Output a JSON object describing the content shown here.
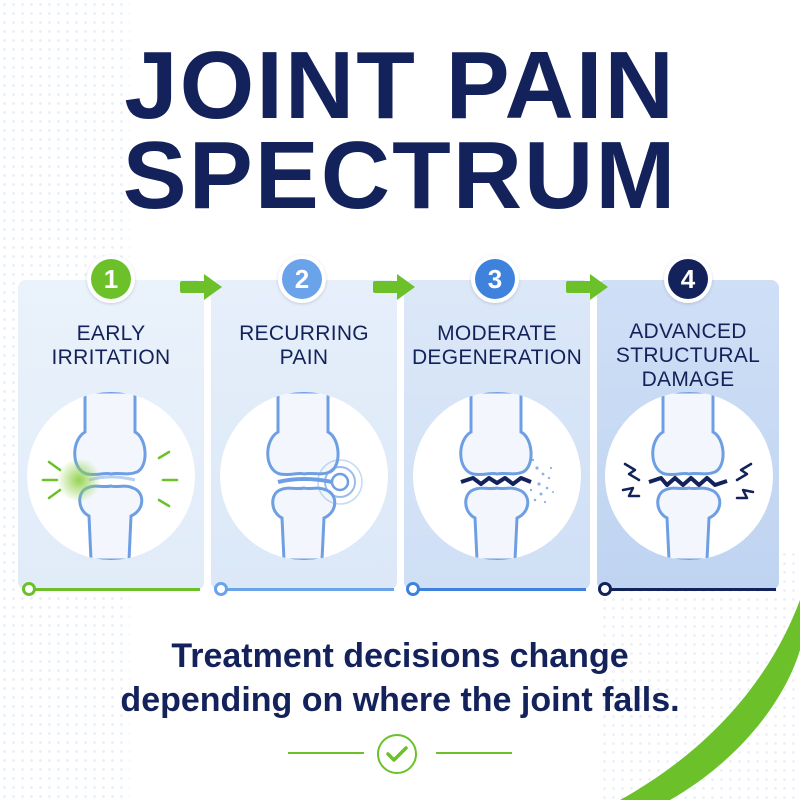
{
  "title": {
    "line1": "JOINT PAIN",
    "line2": "SPECTRUM"
  },
  "stages": [
    {
      "number": "1",
      "label_lines": [
        "EARLY",
        "IRRITATION"
      ],
      "color": "#6cc12a"
    },
    {
      "number": "2",
      "label_lines": [
        "RECURRING",
        "PAIN"
      ],
      "color": "#6aa3ea"
    },
    {
      "number": "3",
      "label_lines": [
        "MODERATE",
        "DEGENERATION"
      ],
      "color": "#3f82dd"
    },
    {
      "number": "4",
      "label_lines": [
        "ADVANCED",
        "STRUCTURAL",
        "DAMAGE"
      ],
      "color": "#13225a"
    }
  ],
  "tagline": {
    "line1": "Treatment decisions change",
    "line2": "depending on where the joint falls."
  },
  "colors": {
    "navy": "#13225a",
    "green": "#6cc12a",
    "bone_outline": "#6f9fe3"
  },
  "icons": [
    "arrow-right-icon",
    "knee-joint-icon",
    "check-icon"
  ]
}
